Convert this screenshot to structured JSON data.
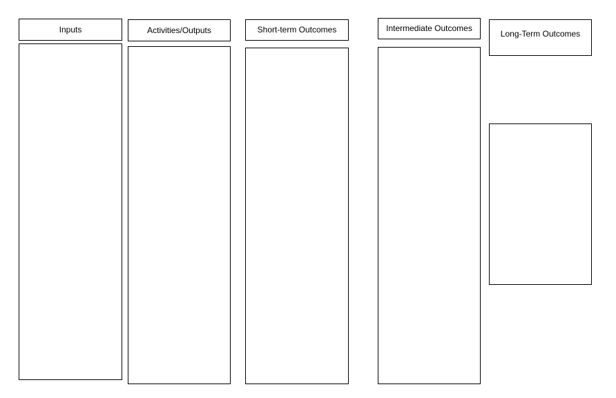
{
  "diagram": {
    "type": "logic-model-template",
    "colors": {
      "border": "#000000",
      "background": "#ffffff",
      "text": "#000000"
    },
    "columns": [
      {
        "label": "Inputs",
        "body_text": ""
      },
      {
        "label": "Activities/Outputs",
        "body_text": ""
      },
      {
        "label": "Short-term Outcomes",
        "body_text": ""
      },
      {
        "label": "Intermediate Outcomes",
        "body_text": ""
      },
      {
        "label": "Long-Term Outcomes",
        "body_text": ""
      }
    ]
  }
}
